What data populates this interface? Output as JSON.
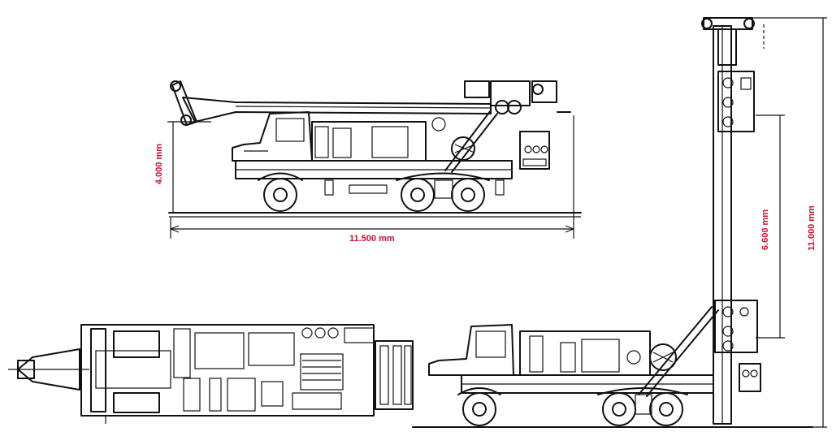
{
  "dimensions": {
    "overall_height": "4.000 mm",
    "overall_length": "11.500 mm",
    "mast_working_height": "6.600 mm",
    "mast_total_height": "11.000 mm"
  },
  "colors": {
    "dimension_text": "#c8102e",
    "linework": "#111111"
  }
}
